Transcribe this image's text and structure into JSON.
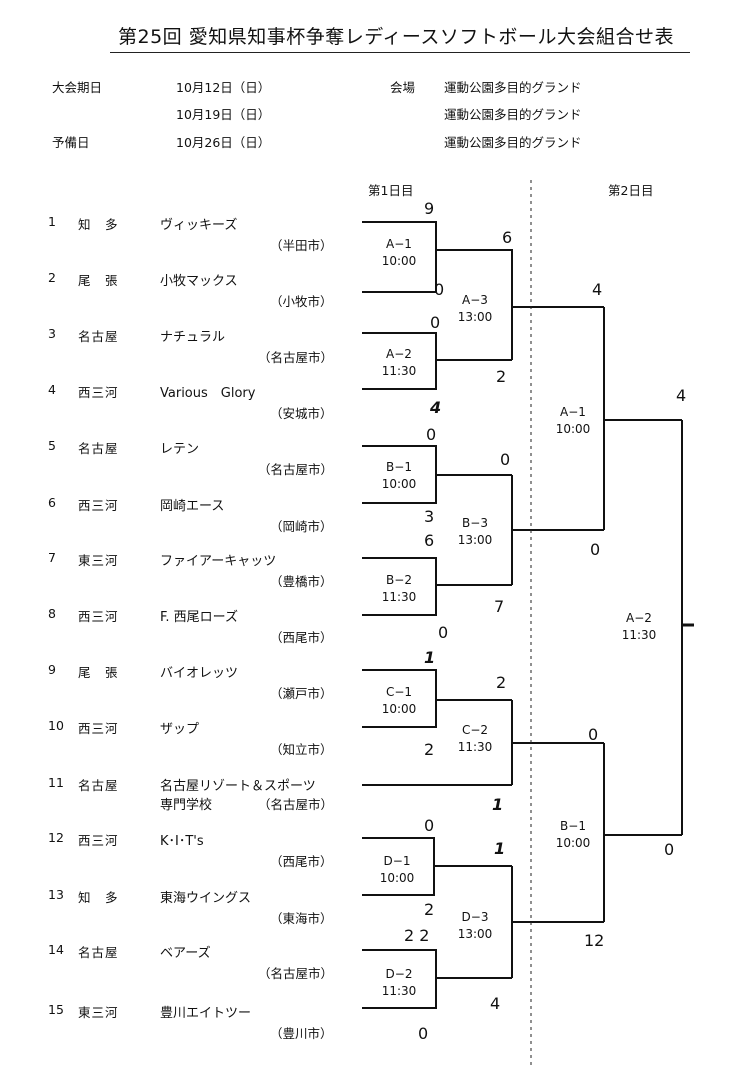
{
  "title": "第25回 愛知県知事杯争奪レディースソフトボール大会組合せ表",
  "info": {
    "period_label": "大会期日",
    "date1": "10月12日（日）",
    "date2": "10月19日（日）",
    "reserve_label": "予備日",
    "date3": "10月26日（日）",
    "venue_label": "会場",
    "venue1": "運動公園多目的グランド",
    "venue2": "運動公園多目的グランド",
    "venue3": "運動公園多目的グランド"
  },
  "day_labels": {
    "day1": "第1日目",
    "day2": "第2日目"
  },
  "teams": [
    {
      "no": "1",
      "region": "知　多",
      "name": "ヴィッキーズ",
      "city": "（半田市）"
    },
    {
      "no": "2",
      "region": "尾　張",
      "name": "小牧マックス",
      "city": "（小牧市）"
    },
    {
      "no": "3",
      "region": "名古屋",
      "name": "ナチュラル",
      "city": "（名古屋市）"
    },
    {
      "no": "4",
      "region": "西三河",
      "name": "Various　Glory",
      "city": "（安城市）"
    },
    {
      "no": "5",
      "region": "名古屋",
      "name": "レテン",
      "city": "（名古屋市）"
    },
    {
      "no": "6",
      "region": "西三河",
      "name": "岡崎エース",
      "city": "（岡崎市）"
    },
    {
      "no": "7",
      "region": "東三河",
      "name": "ファイアーキャッツ",
      "city": "（豊橋市）"
    },
    {
      "no": "8",
      "region": "西三河",
      "name": "F. 西尾ローズ",
      "city": "（西尾市）"
    },
    {
      "no": "9",
      "region": "尾　張",
      "name": "バイオレッツ",
      "city": "（瀬戸市）"
    },
    {
      "no": "10",
      "region": "西三河",
      "name": "ザップ",
      "city": "（知立市）"
    },
    {
      "no": "11",
      "region": "名古屋",
      "name": "名古屋リゾート＆スポーツ",
      "name2": "専門学校",
      "city": "（名古屋市）"
    },
    {
      "no": "12",
      "region": "西三河",
      "name": "K･I･T's",
      "city": "（西尾市）"
    },
    {
      "no": "13",
      "region": "知　多",
      "name": "東海ウイングス",
      "city": "（東海市）"
    },
    {
      "no": "14",
      "region": "名古屋",
      "name": "ベアーズ",
      "city": "（名古屋市）"
    },
    {
      "no": "15",
      "region": "東三河",
      "name": "豊川エイトツー",
      "city": "（豊川市）"
    }
  ],
  "matches": {
    "A1": {
      "code": "A−1",
      "time": "10:00"
    },
    "A2": {
      "code": "A−2",
      "time": "11:30"
    },
    "A3": {
      "code": "A−3",
      "time": "13:00"
    },
    "B1": {
      "code": "B−1",
      "time": "10:00"
    },
    "B2": {
      "code": "B−2",
      "time": "11:30"
    },
    "B3": {
      "code": "B−3",
      "time": "13:00"
    },
    "C1": {
      "code": "C−1",
      "time": "10:00"
    },
    "C2": {
      "code": "C−2",
      "time": "11:30"
    },
    "D1": {
      "code": "D−1",
      "time": "10:00"
    },
    "D2": {
      "code": "D−2",
      "time": "11:30"
    },
    "D3": {
      "code": "D−3",
      "time": "13:00"
    },
    "F_A1": {
      "code": "A−1",
      "time": "10:00"
    },
    "F_B1": {
      "code": "B−1",
      "time": "10:00"
    },
    "F_A2": {
      "code": "A−2",
      "time": "11:30"
    }
  },
  "scores": {
    "s_t1": "9",
    "s_t2": "0",
    "s_t3": "0",
    "s_t4": "4",
    "s_t5": "0",
    "s_t6a": "3",
    "s_t6b": "6",
    "s_t8": "0",
    "s_t9": "1",
    "s_t10": "2",
    "s_t11": "1",
    "s_t12": "0",
    "s_t13": "2",
    "s_t14": "2 2",
    "s_t15": "0",
    "s_a3top": "6",
    "s_a3bot": "2",
    "s_b3top": "0",
    "s_b3bot": "7",
    "s_c2top": "2",
    "s_d3top": "1",
    "s_d3bot": "4",
    "s_fa1top": "4",
    "s_fa1bot": "0",
    "s_fb1top": "0",
    "s_fb1bot": "12",
    "s_fa2top": "4",
    "s_fa2bot": "0"
  }
}
